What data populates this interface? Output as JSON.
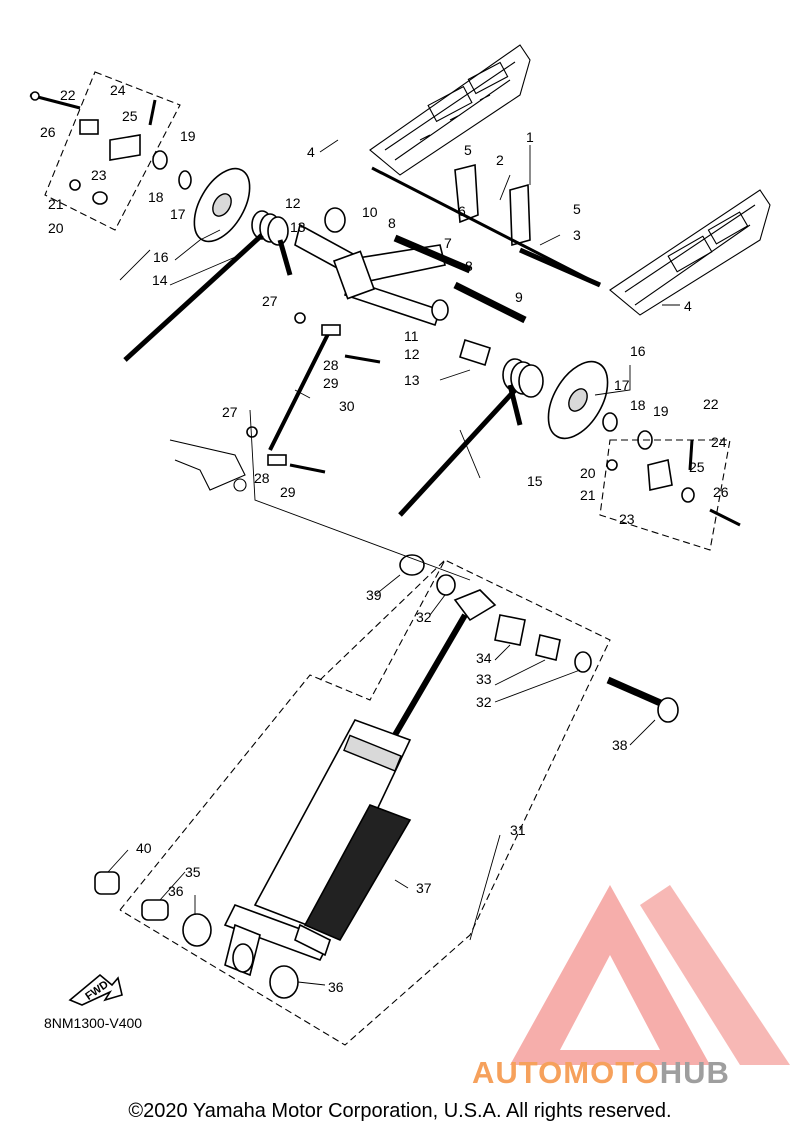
{
  "diagram": {
    "code": "8NM1300-V400",
    "fwd_label": "FWD",
    "copyright": "©2020 Yamaha Motor Corporation, U.S.A. All rights reserved.",
    "watermark": {
      "part1": "AUTOMOTO",
      "part2": "HUB",
      "color1": "#f6a15c",
      "color2": "#9e9e9e",
      "triangle_color": "#f4a09c"
    },
    "callouts": [
      "1",
      "2",
      "3",
      "4",
      "4",
      "5",
      "5",
      "6",
      "7",
      "8",
      "8",
      "9",
      "10",
      "11",
      "12",
      "12",
      "13",
      "13",
      "14",
      "15",
      "16",
      "16",
      "17",
      "17",
      "18",
      "18",
      "19",
      "19",
      "20",
      "20",
      "21",
      "21",
      "22",
      "22",
      "23",
      "23",
      "24",
      "24",
      "25",
      "25",
      "26",
      "26",
      "27",
      "27",
      "28",
      "28",
      "29",
      "29",
      "30",
      "31",
      "32",
      "32",
      "33",
      "34",
      "35",
      "36",
      "36",
      "37",
      "38",
      "39",
      "40"
    ]
  }
}
